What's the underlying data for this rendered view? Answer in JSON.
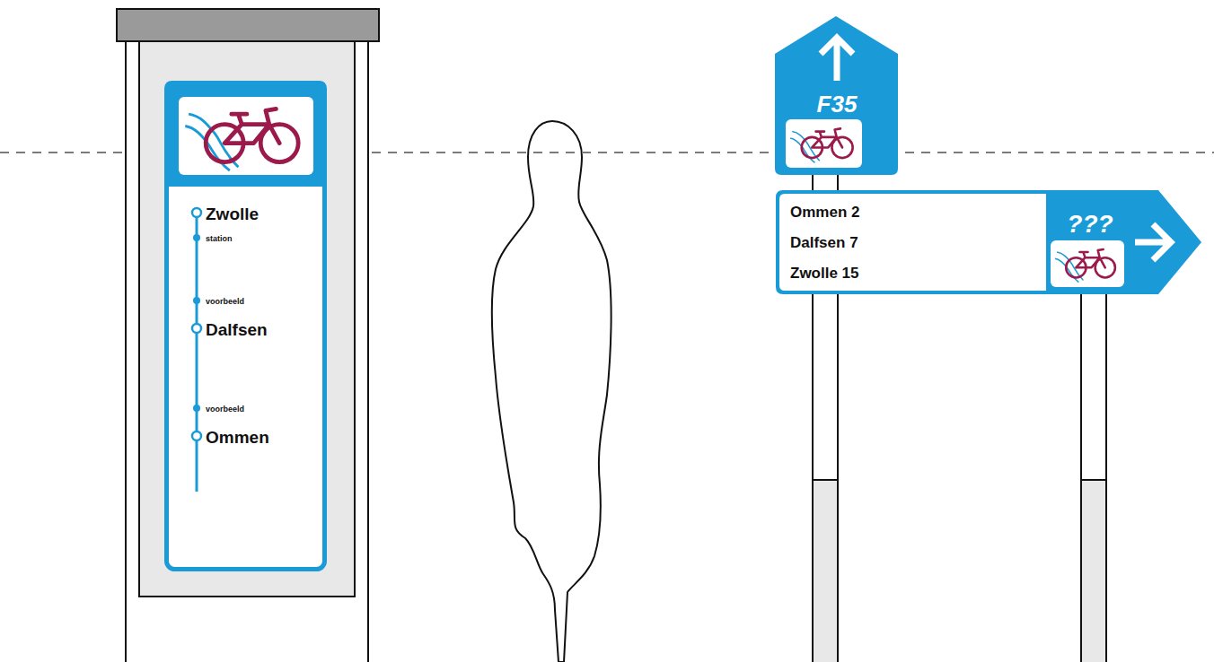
{
  "diagram": {
    "nodes": [
      {
        "text": [
          "Zwolle",
          "station",
          "voorbeeld",
          "Dalfsen",
          "voorbeeld",
          "Ommen"
        ]
      },
      {
        "text": [
          "F35"
        ]
      },
      {
        "text": [
          "???"
        ]
      },
      {
        "text": [
          "Ommen 2",
          "Dalfsen 7",
          "Zwolle 15"
        ],
        "in": 2
      }
    ]
  }
}
